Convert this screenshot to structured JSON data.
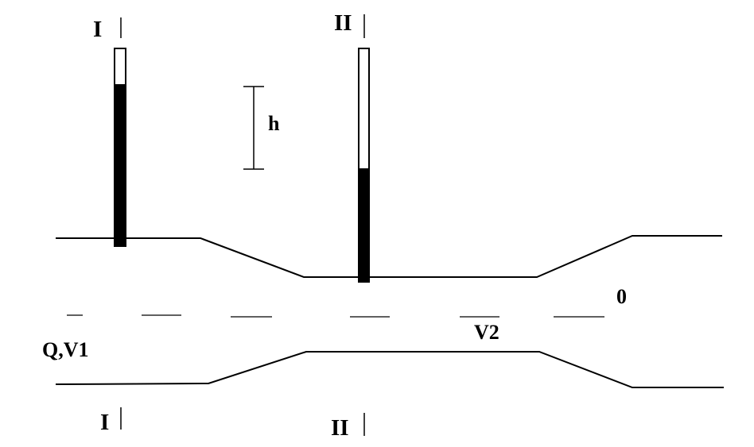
{
  "labels": {
    "section_1_top": "I",
    "section_2_top": "II",
    "section_1_bottom": "I",
    "section_2_bottom": "II",
    "head_difference": "h",
    "inlet_flow": "Q,V1",
    "throat_velocity": "V2",
    "datum": "0"
  }
}
